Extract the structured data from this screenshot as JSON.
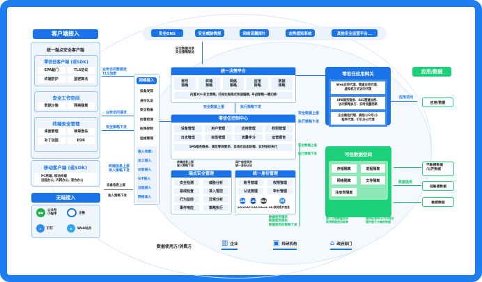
{
  "client_access": {
    "title": "客户端接入",
    "unified": {
      "title": "统一端点安全客户端",
      "zt_client": {
        "title": "零信任客户端 (或SDK)",
        "items": [
          "SPA敲门",
          "TLS协议",
          "终端防护",
          "国密算法"
        ]
      },
      "workspace": {
        "title": "安全工作空间",
        "items": [
          "数据沙箱",
          "网络隔离"
        ]
      },
      "endpoint": {
        "title": "终端安全管理",
        "items": [
          "桌面管理",
          "病毒查杀",
          "补丁加固",
          "EDR"
        ]
      }
    },
    "mobile": {
      "title": "移动客户端 (或SDK)",
      "lines": [
        "PC终端, 移动终端",
        "远程办公, 内网办公, 混合办公"
      ]
    },
    "clientless": {
      "title": "无端接入",
      "items": [
        {
          "icon": "wechat-icon",
          "label": "公众号\n小程序"
        },
        {
          "icon": "qiyeweixin-icon",
          "label": "企微"
        },
        {
          "icon": "dingtalk-icon",
          "label": "钉钉"
        },
        {
          "icon": "web-icon",
          "label": "Web站点"
        }
      ]
    }
  },
  "top_bar": {
    "items": [
      "安全DNS",
      "安全威胁情报",
      "网络流量探针",
      "态势感知系统",
      "其他安全运营平台..."
    ]
  },
  "network_access": {
    "title": "网络接入",
    "items": [
      "设备发现",
      "身份认证",
      "安全检查",
      "仿冒检测",
      "权限控制",
      "运维管理"
    ],
    "scenarios": {
      "title": "接入场景:",
      "items": [
        "员工接入",
        "访客接入",
        "IoT接入",
        "远程接入",
        "网络准入"
      ]
    }
  },
  "decision_platform": {
    "title": "统一决策平台",
    "items": [
      "账号\n策略",
      "终端\n策略",
      "网络\n策略",
      "应用\n策略",
      "数据\n策略"
    ],
    "note": "内置30+安全策略, 可视化拖拽式快速编辑, 平战策略一键切换"
  },
  "control_center": {
    "title": "零信任控制中心",
    "items": [
      "设备管理",
      "用户管理",
      "应用管理",
      "权限管理",
      "日志管理",
      "标签管理",
      "流量学习",
      "运营报告"
    ],
    "note": "SPA服务隐身、满足等保要求、自适应动态防御、实时响应执行"
  },
  "endpoint_mgmt": {
    "title": "端点安全管理",
    "items": [
      "安全检测",
      "威胁分析",
      "基线检查",
      "准入管控",
      "行为监控",
      "异常分析",
      "事件响应",
      "策略执行"
    ]
  },
  "identity_mgmt": {
    "title": "统一身份管理",
    "items": [
      "账号管理",
      "权限管理",
      "认证管理",
      "审计管理"
    ],
    "icons": [
      "LDAP",
      "CAS",
      "OAuth",
      "HR"
    ],
    "note": "AD/LDAP/CAS/OAuth HR/其他用户信息"
  },
  "gateway": {
    "title": "零信任应用网关",
    "items": [
      "Web应用代理、隧道应用代理、\n虚拟机方式访问代理",
      "SPA服务隐身、SSL隧道加密、\n访问策略执行、实时流量阻断",
      "企业微信代理、微信公众号/小\n程序代理、钉钉办公代理"
    ]
  },
  "trusted_space": {
    "title": "可信数据空间",
    "items": [
      "存储隔离",
      "进程隔离",
      "网络隔离",
      "文件隔离",
      "注册表隔离"
    ]
  },
  "apps_data": {
    "title": "应用/数据",
    "box": "应用/数据",
    "data_sources": [
      "不敏感数据\n/公开数据",
      "低敏感数据",
      "敏感数据"
    ],
    "data_supply_label": "数据提供"
  },
  "labels": {
    "share": "安全数据共享\n安全策略联动",
    "biz_tls": "业务访问数据走\nTLS加密",
    "biz_req": "业务访问请求",
    "policy_down": "安全策略下发",
    "term_report": "终端信息上报\n准入策略下发",
    "dev_report": "设备信息上报",
    "access_down": "准入策略下发",
    "data_up": "安全数据上报",
    "exec_down": "执行策略下发",
    "data_up2": "安全数据上报",
    "exec_down2": "执行策略下发",
    "data_up3": "安全数据上报",
    "exec_down3": "执行策略下发",
    "term_report2": "终端信息上报\n准入策略下发",
    "user_sync": "用户信息同步\n统一身份认证",
    "app_access": "应用访问",
    "green_sync": "数据使用请求\n数据使用授权\n数据使用的策略下发",
    "green_in": "接入可信数据空间\n获得数据使用结果",
    "green_out": "提供标准RESTful接口\n提供基于沙箱的数据"
  },
  "consumers": {
    "label": "数据使用方/消费方",
    "items": [
      {
        "icon": "building-icon",
        "label": "企业"
      },
      {
        "icon": "research-icon",
        "label": "科研机构"
      },
      {
        "icon": "government-icon",
        "label": "政府部门"
      }
    ]
  }
}
